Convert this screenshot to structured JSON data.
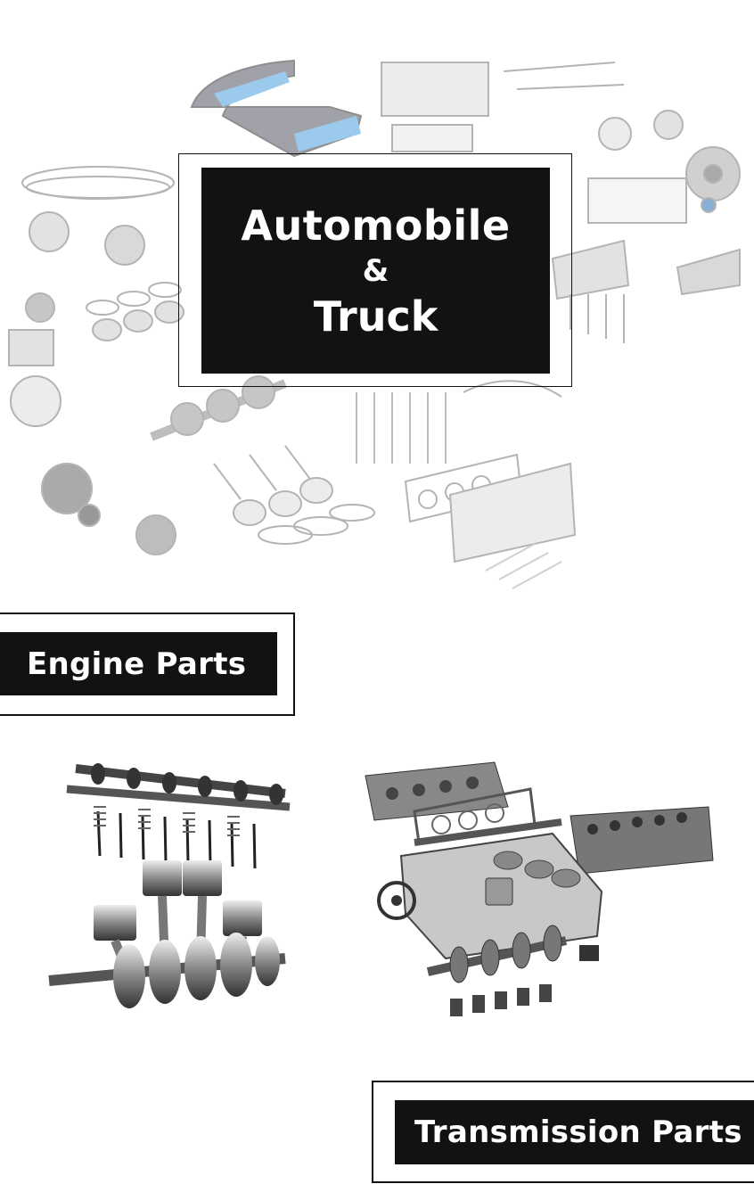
{
  "hero": {
    "line1": "Automobile",
    "line2": "&",
    "line3": "Truck"
  },
  "labels": {
    "engine": "Engine Parts",
    "transmission": "Transmission Parts"
  },
  "images": {
    "hero_background": "engine-parts-exploded-collage",
    "left_photo": "camshaft-valvetrain-crankshaft-pistons",
    "right_photo": "engine-block-exploded-view"
  },
  "colors": {
    "panel": "#121212",
    "text": "#ffffff",
    "outline": "#111111",
    "accent_blue": "#4a9fe0"
  }
}
